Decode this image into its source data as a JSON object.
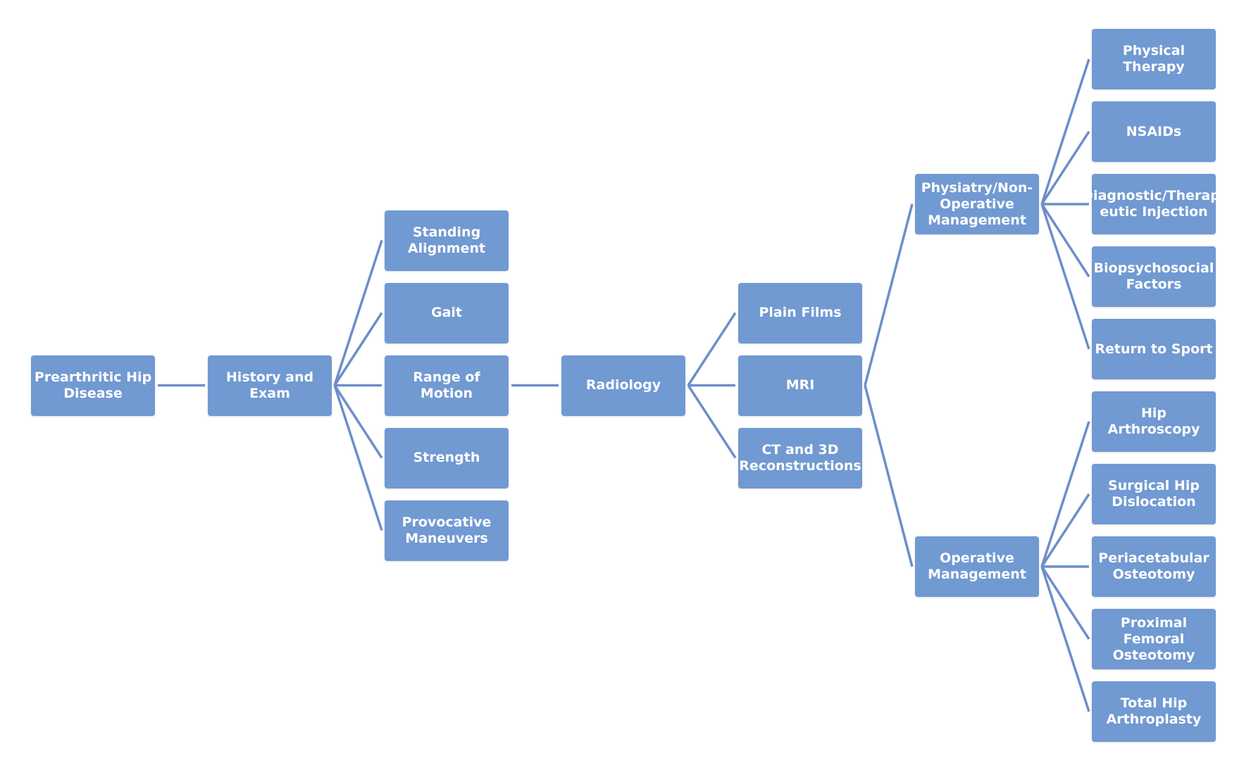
{
  "colors": {
    "node_fill": "#7199d2",
    "connector": "#6d8ec9",
    "background": "#ffffff"
  },
  "nodes": [
    {
      "id": "root",
      "name": "node-prearthritic-hip-disease",
      "label": "Prearthritic Hip\nDisease",
      "col": 0,
      "row": 9
    },
    {
      "id": "hx",
      "name": "node-history-and-exam",
      "label": "History and Exam",
      "col": 1,
      "row": 9
    },
    {
      "id": "stand",
      "name": "node-standing-alignment",
      "label": "Standing Alignment",
      "col": 2,
      "row": 5
    },
    {
      "id": "gait",
      "name": "node-gait",
      "label": "Gait",
      "col": 2,
      "row": 7
    },
    {
      "id": "rom",
      "name": "node-range-of-motion",
      "label": "Range of Motion",
      "col": 2,
      "row": 9
    },
    {
      "id": "str",
      "name": "node-strength",
      "label": "Strength",
      "col": 2,
      "row": 11
    },
    {
      "id": "prov",
      "name": "node-provocative-maneuvers",
      "label": "Provocative\nManeuvers",
      "col": 2,
      "row": 13
    },
    {
      "id": "rad",
      "name": "node-radiology",
      "label": "Radiology",
      "col": 3,
      "row": 9
    },
    {
      "id": "pf",
      "name": "node-plain-films",
      "label": "Plain Films",
      "col": 4,
      "row": 7
    },
    {
      "id": "mri",
      "name": "node-mri",
      "label": "MRI",
      "col": 4,
      "row": 9
    },
    {
      "id": "ct",
      "name": "node-ct-3d-reconstructions",
      "label": "CT and 3D\nReconstructions",
      "col": 4,
      "row": 11
    },
    {
      "id": "nonop",
      "name": "node-physiatry-non-operative-management",
      "label": "Physiatry/Non-\nOperative\nManagement",
      "col": 5,
      "row": 4
    },
    {
      "id": "op",
      "name": "node-operative-management",
      "label": "Operative\nManagement",
      "col": 5,
      "row": 14
    },
    {
      "id": "pt",
      "name": "node-physical-therapy",
      "label": "Physical Therapy",
      "col": 6,
      "row": 0
    },
    {
      "id": "nsaid",
      "name": "node-nsaids",
      "label": "NSAIDs",
      "col": 6,
      "row": 2
    },
    {
      "id": "inj",
      "name": "node-diagnostic-therapeutic-injection",
      "label": "Diagnostic/Therap-\neutic Injection",
      "col": 6,
      "row": 4
    },
    {
      "id": "bio",
      "name": "node-biopsychosocial-factors",
      "label": "Biopsychosocial\nFactors",
      "col": 6,
      "row": 6
    },
    {
      "id": "rts",
      "name": "node-return-to-sport",
      "label": "Return to Sport",
      "col": 6,
      "row": 8
    },
    {
      "id": "ha",
      "name": "node-hip-arthroscopy",
      "label": "Hip Arthroscopy",
      "col": 6,
      "row": 10
    },
    {
      "id": "shd",
      "name": "node-surgical-hip-dislocation",
      "label": "Surgical Hip\nDislocation",
      "col": 6,
      "row": 12
    },
    {
      "id": "pao",
      "name": "node-periacetabular-osteotomy",
      "label": "Periacetabular\nOsteotomy",
      "col": 6,
      "row": 14
    },
    {
      "id": "pfo",
      "name": "node-proximal-femoral-osteotomy",
      "label": "Proximal Femoral\nOsteotomy",
      "col": 6,
      "row": 16
    },
    {
      "id": "tha",
      "name": "node-total-hip-arthroplasty",
      "label": "Total Hip\nArthroplasty",
      "col": 6,
      "row": 18
    }
  ],
  "edges": [
    [
      "root",
      "hx"
    ],
    [
      "hx",
      "stand"
    ],
    [
      "hx",
      "gait"
    ],
    [
      "hx",
      "rom"
    ],
    [
      "hx",
      "str"
    ],
    [
      "hx",
      "prov"
    ],
    [
      "rom",
      "rad"
    ],
    [
      "rad",
      "pf"
    ],
    [
      "rad",
      "mri"
    ],
    [
      "rad",
      "ct"
    ],
    [
      "mri",
      "nonop"
    ],
    [
      "mri",
      "op"
    ],
    [
      "nonop",
      "pt"
    ],
    [
      "nonop",
      "nsaid"
    ],
    [
      "nonop",
      "inj"
    ],
    [
      "nonop",
      "bio"
    ],
    [
      "nonop",
      "rts"
    ],
    [
      "op",
      "ha"
    ],
    [
      "op",
      "shd"
    ],
    [
      "op",
      "pao"
    ],
    [
      "op",
      "pfo"
    ],
    [
      "op",
      "tha"
    ]
  ]
}
